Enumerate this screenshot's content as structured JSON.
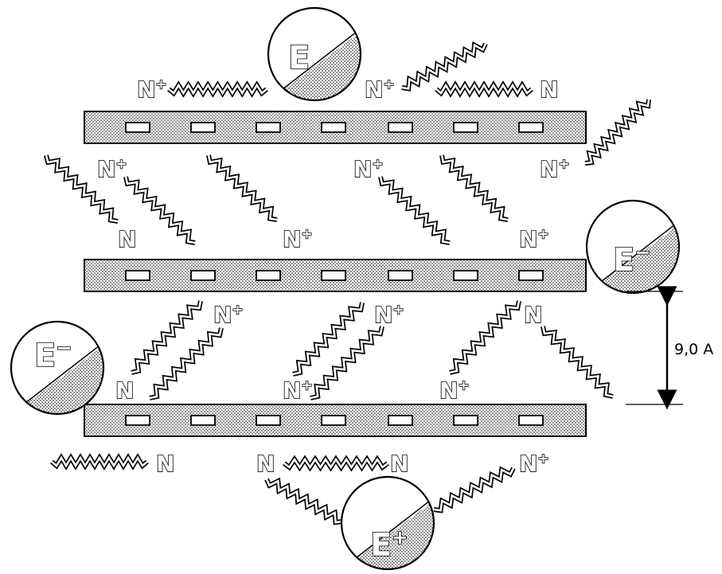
{
  "diagram": {
    "labels": {
      "n": "N",
      "n_plus": "N",
      "plus_sign": "+",
      "e": "E",
      "e_minus": "E",
      "minus_sign": "−",
      "e_plus": "E"
    },
    "spacing_label": "9,0 A",
    "colors": {
      "line": "#000000",
      "fill": "#ffffff",
      "stipple": "#000000"
    }
  }
}
